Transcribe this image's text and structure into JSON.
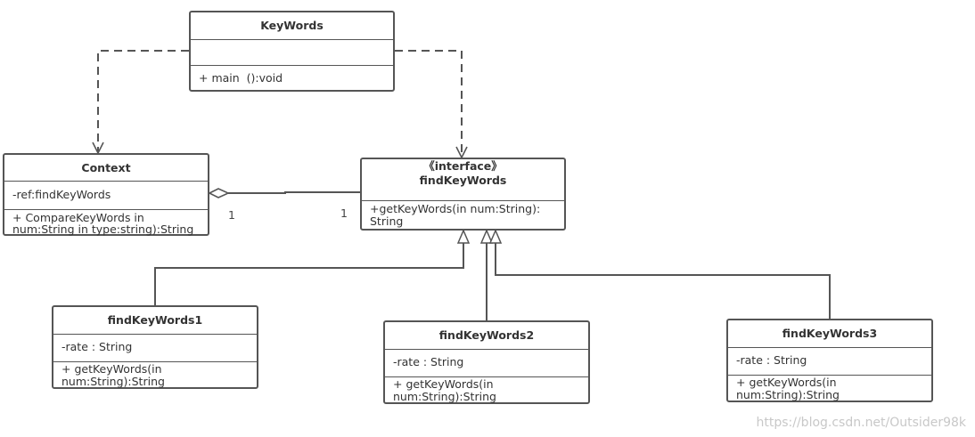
{
  "diagram": {
    "classes": {
      "keywords": {
        "name": "KeyWords",
        "attributes": [],
        "methods": [
          "+ main  ():void"
        ]
      },
      "context": {
        "name": "Context",
        "attributes": [
          "-ref:findKeyWords"
        ],
        "methods": [
          "+ CompareKeyWords in",
          "num:String in type:string):String"
        ]
      },
      "find_keywords": {
        "stereotype": "《interface》",
        "name": "findKeyWords",
        "methods": [
          "+getKeyWords(in num:String):",
          "String"
        ]
      },
      "find_keywords_1": {
        "name": "findKeyWords1",
        "attributes": [
          "-rate : String"
        ],
        "methods": [
          "+ getKeyWords(in",
          "num:String):String"
        ]
      },
      "find_keywords_2": {
        "name": "findKeyWords2",
        "attributes": [
          "-rate : String"
        ],
        "methods": [
          "+ getKeyWords(in",
          "num:String):String"
        ]
      },
      "find_keywords_3": {
        "name": "findKeyWords3",
        "attributes": [
          "-rate : String"
        ],
        "methods": [
          "+ getKeyWords(in",
          "num:String):String"
        ]
      }
    },
    "relations": {
      "keywords_to_context": {
        "type": "dependency"
      },
      "keywords_to_find_keywords": {
        "type": "dependency"
      },
      "context_find_keywords": {
        "type": "aggregation",
        "multiplicity_source": "1",
        "multiplicity_target": "1"
      },
      "find_keywords_1_realization": {
        "type": "realization"
      },
      "find_keywords_2_realization": {
        "type": "realization"
      },
      "find_keywords_3_realization": {
        "type": "realization"
      }
    },
    "watermark": "https://blog.csdn.net/Outsider98k"
  }
}
